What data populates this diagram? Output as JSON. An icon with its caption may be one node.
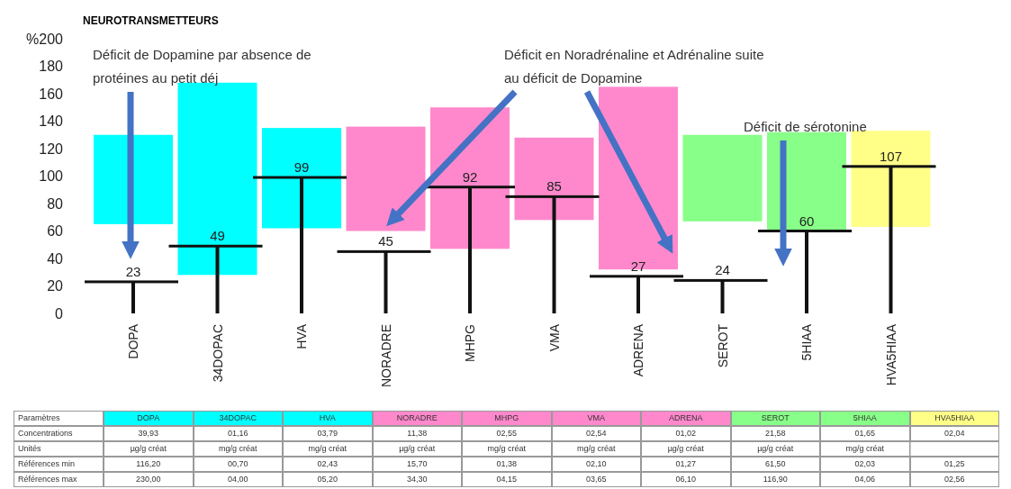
{
  "diagram": {
    "title": "NEUROTRANSMETTEURS",
    "nodes": [
      {
        "text": [
          "Déficit de Dopamine par absence de protéines au petit déj"
        ]
      },
      {
        "text": [
          "Déficit en Noradrénaline et Adrénaline suite au déficit de Dopamine"
        ]
      },
      {
        "text": [
          "Déficit de sérotonine"
        ]
      }
    ],
    "edges": [
      {
        "from": 0,
        "to": null,
        "arrow": "to"
      },
      {
        "from": 1,
        "to": null,
        "arrow": "to"
      },
      {
        "from": 1,
        "to": null,
        "arrow": "to"
      },
      {
        "from": 2,
        "to": null,
        "arrow": "to"
      }
    ],
    "labels": [
      "Paramètres",
      "DOPA",
      "34DOPAC",
      "HVA",
      "NORADRE",
      "MHPG",
      "VMA",
      "ADRENA",
      "SEROT",
      "5HIAA",
      "HVA5HIAA",
      "Concentrations",
      "39,93",
      "01,16",
      "03,79",
      "11,38",
      "02,55",
      "02,54",
      "01,02",
      "21,58",
      "01,65",
      "02,04",
      "Unités",
      "µg/g créat",
      "mg/g créat",
      "mg/g créat",
      "µg/g créat",
      "mg/g créat",
      "mg/g créat",
      "µg/g créat",
      "µg/g créat",
      "mg/g créat",
      "Références min",
      "116,20",
      "00,70",
      "02,43",
      "15,70",
      "01,38",
      "02,10",
      "01,27",
      "61,50",
      "02,03",
      "01,25",
      "Références max",
      "230,00",
      "04,00",
      "05,20",
      "34,30",
      "04,15",
      "03,65",
      "06,10",
      "116,90",
      "04,06",
      "02,56"
    ],
    "chart_data": {
      "type": "bar",
      "categories": [
        "DOPA",
        "34DOPAC",
        "HVA",
        "NORADRE",
        "MHPG",
        "VMA",
        "ADRENA",
        "SEROT",
        "5HIAA",
        "HVA5HIAA"
      ],
      "values": [
        23,
        49,
        99,
        45,
        92,
        85,
        27,
        24,
        60,
        107
      ],
      "ylim": [
        0,
        200
      ],
      "yticks": [
        0,
        20,
        40,
        60,
        80,
        100,
        120,
        140,
        160,
        180,
        {
          "value": 200,
          "label": "%200"
        }
      ],
      "data_labels": true
    }
  }
}
